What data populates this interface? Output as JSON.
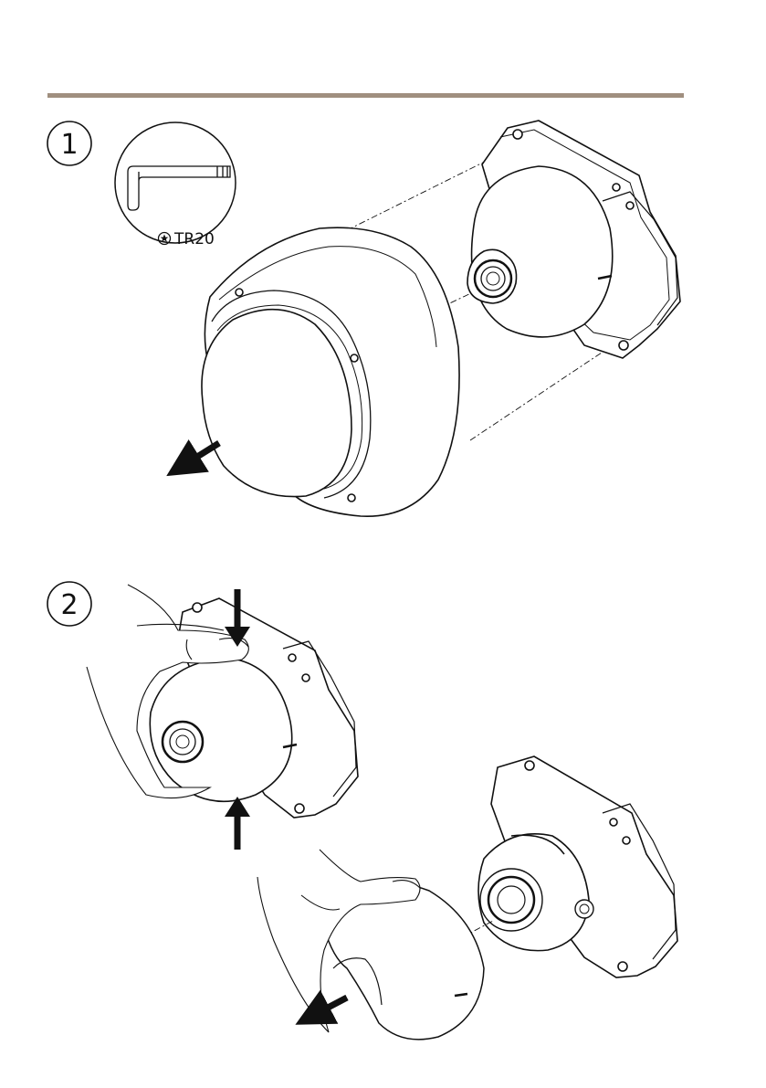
{
  "colors": {
    "rule": "#a08f7f",
    "ink": "#111111",
    "paper": "#ffffff"
  },
  "steps": [
    {
      "number": "1"
    },
    {
      "number": "2"
    }
  ],
  "tool": {
    "label": "TR20",
    "icon": "torx-icon"
  }
}
